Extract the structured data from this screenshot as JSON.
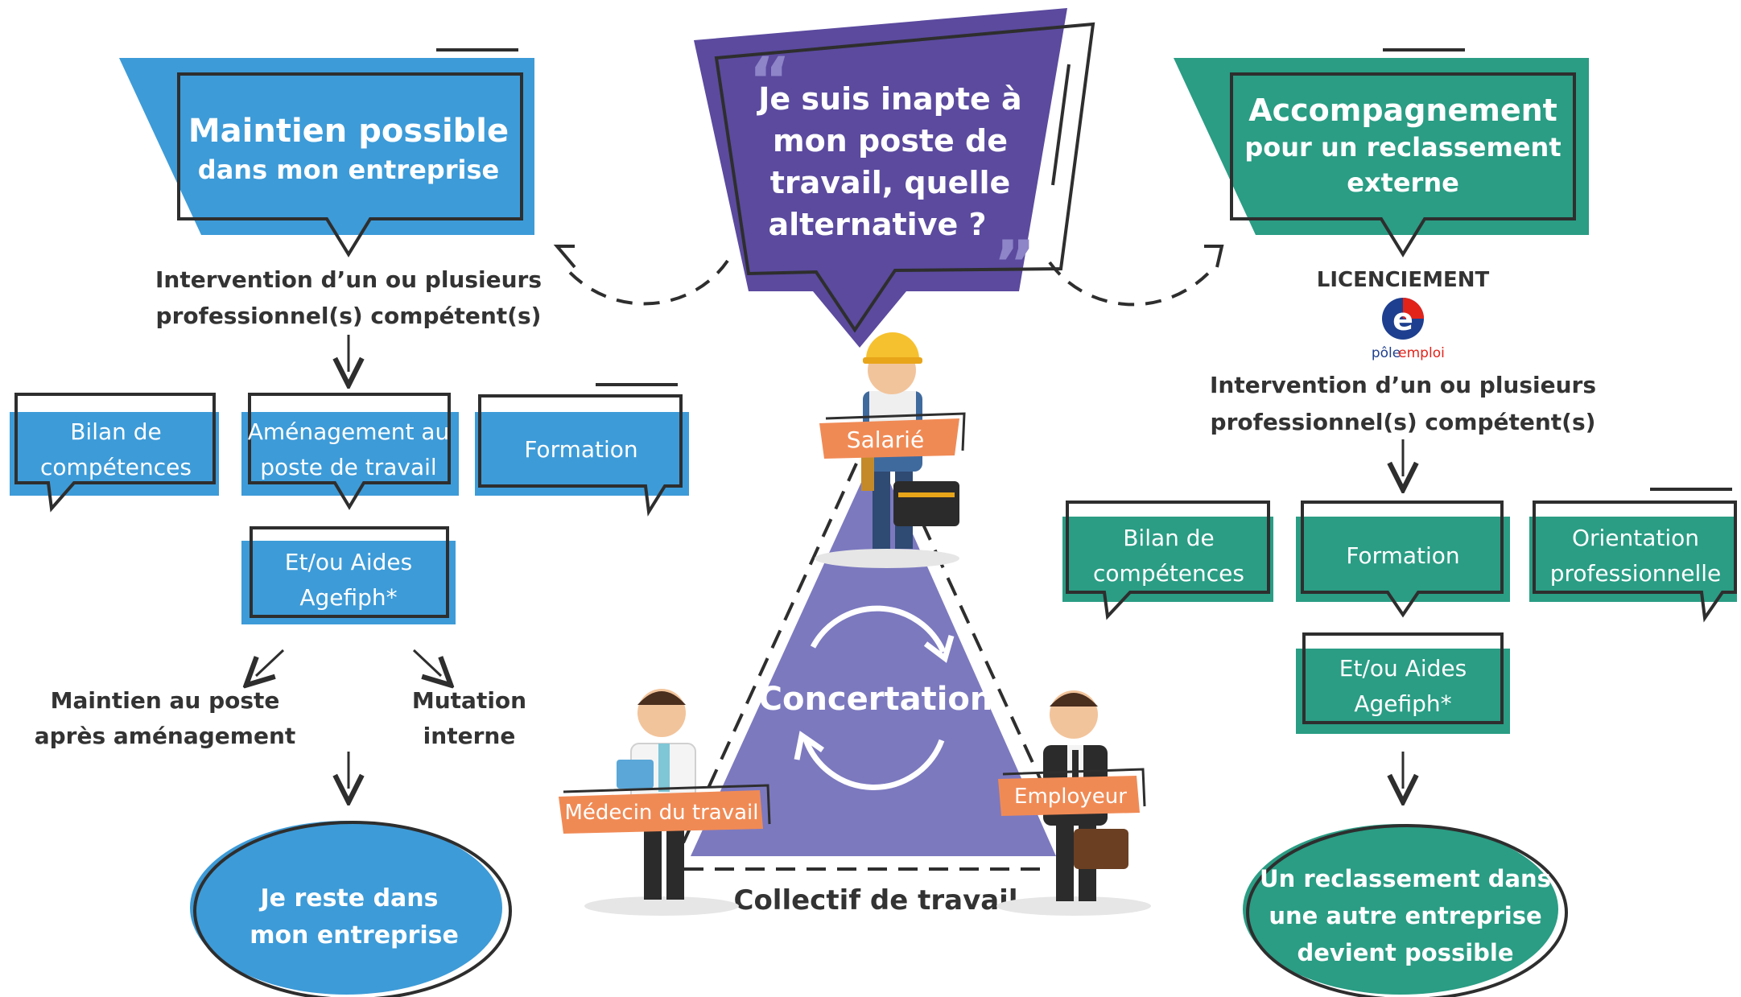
{
  "colors": {
    "blue": "#3D9BD8",
    "teal": "#2A9D84",
    "purple": "#5B4A9E",
    "triangle": "#7C79BF",
    "orange": "#F08A55",
    "dark": "#333333",
    "outline": "#2E2E2E"
  },
  "center": {
    "question_lines": [
      "Je suis inapte à",
      "mon poste de",
      "travail, quelle",
      "alternative ?"
    ],
    "concertation": "Concertation",
    "collectif": "Collectif de travail",
    "salarie": "Salarié",
    "medecin": "Médecin du travail",
    "employeur": "Employeur"
  },
  "left": {
    "title_lines": [
      "Maintien possible",
      "dans mon entreprise"
    ],
    "intervention_lines": [
      "Intervention d’un ou plusieurs",
      "professionnel(s) compétent(s)"
    ],
    "box_bilan": [
      "Bilan de",
      "compétences"
    ],
    "box_amenagement": [
      "Aménagement au",
      "poste de travail"
    ],
    "box_formation": "Formation",
    "box_aides": [
      "Et/ou Aides",
      "Agefiph*"
    ],
    "maintien_lines": [
      "Maintien au poste",
      "après aménagement"
    ],
    "mutation_lines": [
      "Mutation",
      "interne"
    ],
    "result_lines": [
      "Je reste dans",
      "mon entreprise"
    ]
  },
  "right": {
    "title_lines": [
      "Accompagnement",
      "pour un reclassement",
      "externe"
    ],
    "licenciement": "LICENCIEMENT",
    "logo_letter": "e",
    "logo_pole": "pôle",
    "logo_emploi": "emploi",
    "intervention_lines": [
      "Intervention d’un ou plusieurs",
      "professionnel(s) compétent(s)"
    ],
    "box_bilan": [
      "Bilan de",
      "compétences"
    ],
    "box_formation": "Formation",
    "box_orientation": [
      "Orientation",
      "professionnelle"
    ],
    "box_aides": [
      "Et/ou Aides",
      "Agefiph*"
    ],
    "result_lines": [
      "Un reclassement dans",
      "une autre entreprise",
      "devient possible"
    ]
  }
}
